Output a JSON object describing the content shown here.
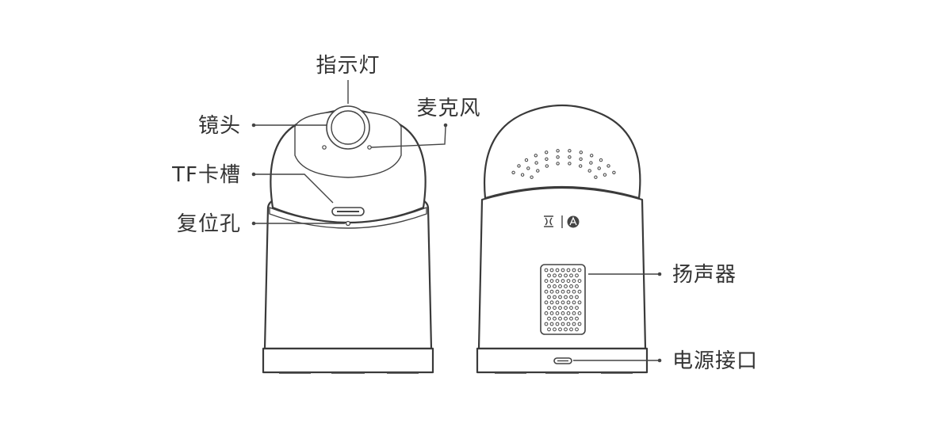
{
  "labels": {
    "indicator_light": "指示灯",
    "lens": "镜头",
    "microphone": "麦克风",
    "tf_slot": "TF卡槽",
    "reset_hole": "复位孔",
    "speaker": "扬声器",
    "power_port": "电源接口"
  },
  "icons": {
    "back_left_logo": "qr-mark-icon",
    "back_right_logo": "brand-badge-icon"
  },
  "colors": {
    "line": "#3a3a3a",
    "text": "#333333",
    "background": "#ffffff"
  }
}
